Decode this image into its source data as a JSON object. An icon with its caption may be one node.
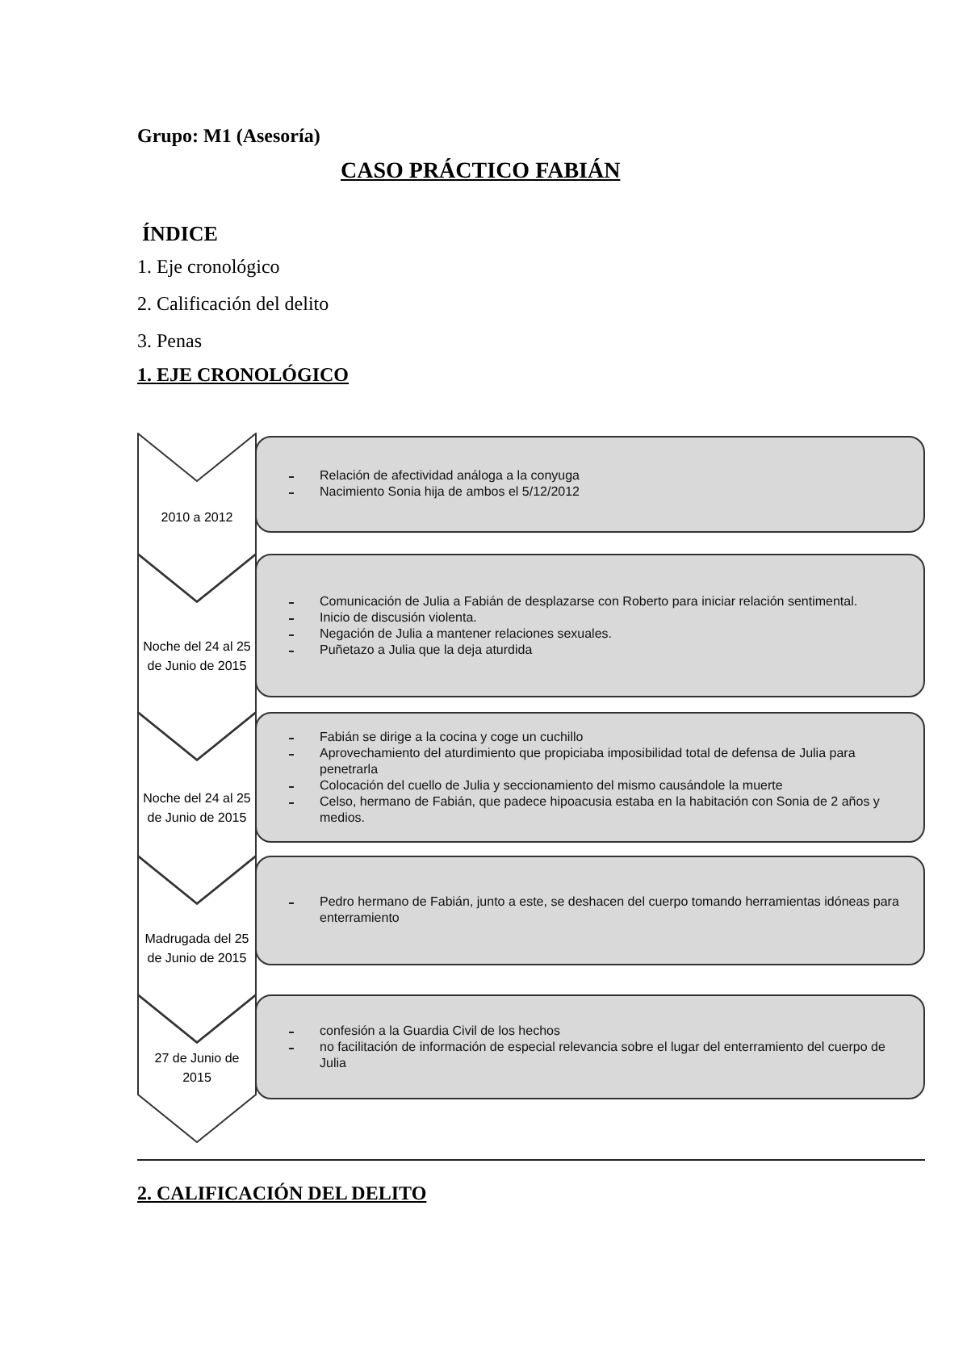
{
  "diagram": {
    "title": "CASO PRÁCTICO FABIÁN",
    "nodes": [
      {
        "text": [
          "2010 a 2012"
        ]
      },
      {
        "text": [
          "Relación de afectividad análoga a la conyuga",
          "Nacimiento Sonia hija de ambos el 5/12/2012"
        ]
      },
      {
        "text": [
          "Noche del 24 al 25 de Junio de 2015"
        ]
      },
      {
        "text": [
          "Comunicación de Julia a Fabián de desplazarse con Roberto para iniciar relación sentimental.",
          "Inicio de discusión violenta.",
          "Negación de Julia a mantener relaciones sexuales.",
          "Puñetazo a Julia que la deja aturdida"
        ]
      },
      {
        "text": [
          "Noche del 24 al 25 de Junio de 2015"
        ]
      },
      {
        "text": [
          "Fabián se dirige a la cocina y coge un cuchillo",
          "Aprovechamiento del aturdimiento que propiciaba imposibilidad total de defensa de Julia para penetrarla",
          "Colocación del cuello de Julia y seccionamiento del mismo causándole la muerte",
          "Celso, hermano de Fabián, que padece hipoacusia estaba en la habitación con Sonia de 2 años y medios."
        ]
      },
      {
        "text": [
          "Madrugada del 25 de Junio de 2015"
        ]
      },
      {
        "text": [
          "Pedro hermano de Fabián, junto a este, se deshacen del cuerpo tomando herramientas idóneas para enterramiento"
        ]
      },
      {
        "text": [
          "27 de Junio de 2015"
        ]
      },
      {
        "text": [
          "confesión a la Guardia Civil de los hechos",
          "no facilitación de información de especial relevancia sobre el lugar del enterramiento del cuerpo de Julia"
        ]
      }
    ],
    "labels": [
      "Grupo: M1 (Asesoría)",
      "ÍNDICE",
      "1. Eje cronológico",
      "2. Calificación del delito",
      "3. Penas",
      "1. EJE CRONOLÓGICO",
      "2. CALIFICACIÓN DEL DELITO"
    ]
  }
}
